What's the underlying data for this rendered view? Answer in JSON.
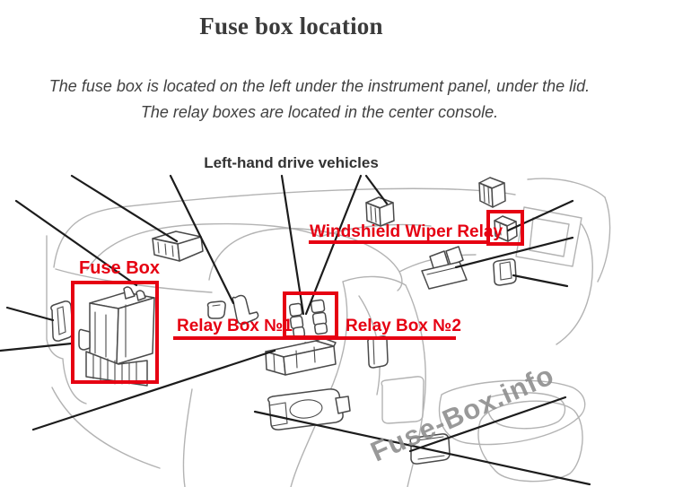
{
  "page": {
    "title": "Fuse box location",
    "subtitle_line1": "The fuse box is located on the left under the instrument panel, under the lid.",
    "subtitle_line2": "The relay boxes are located in the center console.",
    "diagram_caption": "Left-hand drive vehicles"
  },
  "diagram": {
    "labels": {
      "fuse_box": "Fuse Box",
      "windshield_wiper_relay": "Windshield Wiper Relay",
      "relay_box_1": "Relay Box №1",
      "relay_box_2": "Relay Box №2"
    },
    "watermark": "Fuse-Box.info",
    "colors": {
      "annotation_red": "#e60012",
      "sketch_gray": "#b3b3b3",
      "component_gray": "#4a4a4a",
      "callout_black": "#1c1c1c",
      "watermark_gray": "#8f8f8f",
      "heading_dark": "#3b3b3b",
      "body_dark": "#414141"
    }
  }
}
